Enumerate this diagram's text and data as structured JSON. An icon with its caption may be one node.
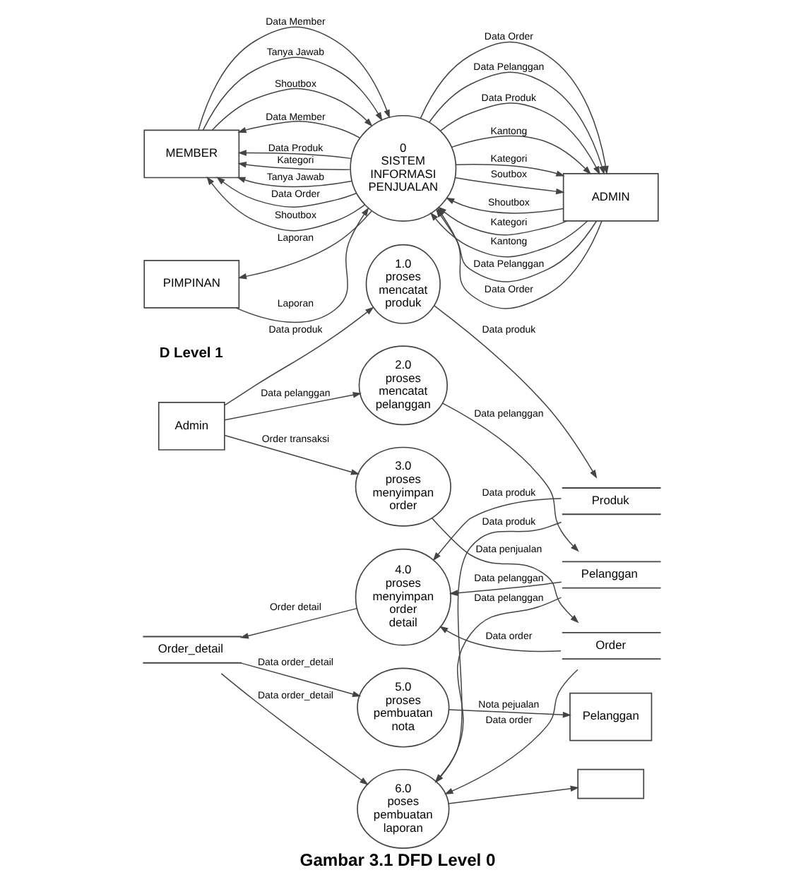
{
  "diagram": {
    "caption": "Gambar 3.1 DFD Level 0",
    "nodes": [
      {
        "text": [
          "MEMBER"
        ]
      },
      {
        "text": [
          "0",
          "SISTEM INFORMASI PENJUALAN"
        ]
      },
      {
        "text": [
          "ADMIN"
        ]
      },
      {
        "text": [
          "PIMPINAN"
        ]
      },
      {
        "text": [
          "Admin"
        ]
      },
      {
        "text": [
          "1.0",
          "proses mencatat produk"
        ]
      },
      {
        "text": [
          "Produk"
        ]
      },
      {
        "text": [
          "2.0",
          "proses mencatat pelanggan"
        ]
      },
      {
        "text": [
          "Pelanggan"
        ]
      },
      {
        "text": [
          "3.0",
          "proses menyimpan order"
        ]
      },
      {
        "text": [
          "Order"
        ]
      },
      {
        "text": [
          "Order_detail"
        ]
      },
      {
        "text": [
          "4.0",
          "proses menyimpan order detail"
        ]
      },
      {
        "text": [
          "5.0",
          "proses pembuatan nota"
        ]
      },
      {
        "text": [
          "Pelanggan"
        ]
      },
      {
        "text": [
          "6.0",
          "poses pembuatan laporan"
        ]
      },
      {
        "text": [],
        "shape": "box"
      }
    ],
    "edges": [
      {
        "from": 0,
        "to": 1,
        "label": "Data Member",
        "arrow": "to"
      },
      {
        "from": 0,
        "to": 1,
        "label": "Tanya Jawab",
        "arrow": "to"
      },
      {
        "from": 0,
        "to": 1,
        "label": "Shoutbox",
        "arrow": "to"
      },
      {
        "from": 1,
        "to": 0,
        "label": "Data Member",
        "arrow": "to"
      },
      {
        "from": 1,
        "to": 0,
        "label": "Data Produk",
        "arrow": "to"
      },
      {
        "from": 1,
        "to": 0,
        "label": "Kategori",
        "arrow": "to"
      },
      {
        "from": 1,
        "to": 0,
        "label": "Tanya Jawab",
        "arrow": "to"
      },
      {
        "from": 1,
        "to": 0,
        "label": "Data Order",
        "arrow": "to"
      },
      {
        "from": 1,
        "to": 0,
        "label": "Shoutbox",
        "arrow": "to"
      },
      {
        "from": 2,
        "to": 1,
        "label": "Shoutbox",
        "arrow": "to"
      },
      {
        "from": 2,
        "to": 1,
        "label": "Kategori",
        "arrow": "to"
      },
      {
        "from": 2,
        "to": 1,
        "label": "Kantong",
        "arrow": "to"
      },
      {
        "from": 2,
        "to": 1,
        "label": "Data Pelanggan",
        "arrow": "to"
      },
      {
        "from": 2,
        "to": 1,
        "label": "Data Order",
        "arrow": "to"
      },
      {
        "from": 1,
        "to": 2,
        "label": "Data Order",
        "arrow": "to"
      },
      {
        "from": 1,
        "to": 2,
        "label": "Data Pelanggan",
        "arrow": "to"
      },
      {
        "from": 1,
        "to": 2,
        "label": "Data Produk",
        "arrow": "to"
      },
      {
        "from": 1,
        "to": 2,
        "label": "Kantong",
        "arrow": "to"
      },
      {
        "from": 1,
        "to": 2,
        "label": "Kategori",
        "arrow": "to"
      },
      {
        "from": 1,
        "to": 2,
        "label": "Soutbox",
        "arrow": "to"
      },
      {
        "from": 3,
        "to": 1,
        "label": "Laporan",
        "arrow": "to"
      },
      {
        "from": 1,
        "to": 3,
        "label": "Laporan",
        "arrow": "to"
      },
      {
        "from": 4,
        "to": 5,
        "label": "Data produk",
        "arrow": "to"
      },
      {
        "from": 5,
        "to": 6,
        "label": "Data produk",
        "arrow": "to"
      },
      {
        "from": 4,
        "to": 7,
        "label": "Data pelanggan",
        "arrow": "to"
      },
      {
        "from": 7,
        "to": 8,
        "label": "Data pelanggan",
        "arrow": "to"
      },
      {
        "from": 4,
        "to": 9,
        "label": "Order transaksi",
        "arrow": "to"
      },
      {
        "from": 9,
        "to": 10,
        "label": "Data penjualan",
        "arrow": "to"
      },
      {
        "from": 12,
        "to": 11,
        "label": "Order detail",
        "arrow": "to"
      },
      {
        "from": 6,
        "to": 12,
        "label": "Data produk",
        "arrow": "to"
      },
      {
        "from": 8,
        "to": 12,
        "label": "Data pelanggan",
        "arrow": "to"
      },
      {
        "from": 10,
        "to": 12,
        "label": "Data order",
        "arrow": "to"
      },
      {
        "from": 11,
        "to": 13,
        "label": "Data order_detail",
        "arrow": "to"
      },
      {
        "from": 13,
        "to": 14,
        "label": "Nota pejualan",
        "arrow": "to"
      },
      {
        "from": 11,
        "to": 15,
        "label": "Data order_detail",
        "arrow": "to"
      },
      {
        "from": 6,
        "to": 15,
        "label": "Data produk",
        "arrow": "to"
      },
      {
        "from": 8,
        "to": 15,
        "label": "Data pelanggan",
        "arrow": "to"
      },
      {
        "from": 10,
        "to": 15,
        "label": "Data order",
        "arrow": "to"
      },
      {
        "from": 15,
        "to": 16,
        "arrow": "to"
      }
    ],
    "labels": [
      "D Level 1"
    ]
  }
}
